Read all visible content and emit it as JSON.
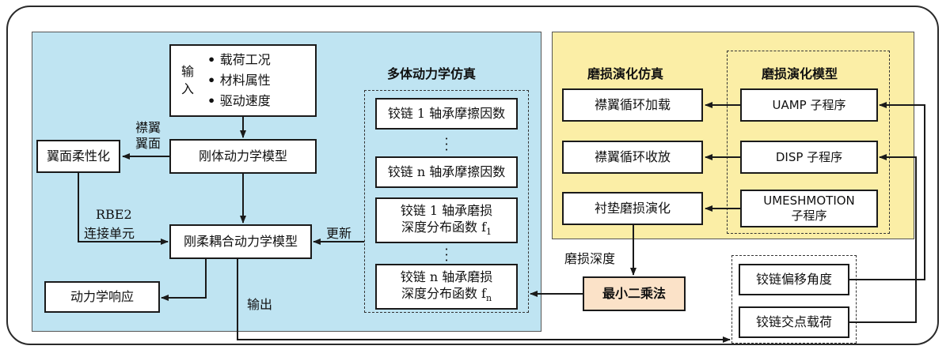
{
  "left_panel": {
    "color": "#bfe4f2",
    "input_box": {
      "label": "输入",
      "items": [
        "载荷工况",
        "材料属性",
        "驱动速度"
      ]
    },
    "rigid_model": "刚体动力学模型",
    "flex_wing": "翼面柔性化",
    "flap_wing_label_line1": "襟翼",
    "flap_wing_label_line2": "翼面",
    "rbe2_line1": "RBE2",
    "rbe2_line2": "连接单元",
    "coupled_model": "刚柔耦合动力学模型",
    "dyn_response": "动力学响应",
    "update_label": "更新",
    "output_label": "输出",
    "mbd_title": "多体动力学仿真",
    "friction1": "铰链 1 轴承摩擦因数",
    "friction_n": "铰链 n 轴承摩擦因数",
    "wear1_line1": "铰链 1 轴承磨损",
    "wear1_line2": "深度分布函数 f",
    "wear1_sub": "1",
    "wearn_line1": "铰链 n 轴承磨损",
    "wearn_line2": "深度分布函数 f",
    "wearn_sub": "n",
    "dots": "⋮"
  },
  "right_panel": {
    "color": "#fbeea6",
    "sim_title": "磨损演化仿真",
    "model_title": "磨损演化模型",
    "flap_load": "襟翼循环加载",
    "flap_retract": "襟翼循环收放",
    "liner_wear": "衬垫磨损演化",
    "uamp": "UAMP 子程序",
    "disp": "DISP 子程序",
    "umesh_line1": "UMESHMOTION",
    "umesh_line2": "子程序"
  },
  "bottom": {
    "wear_depth_label": "磨损深度",
    "least_squares": "最小二乘法",
    "least_squares_color": "#fbe2c8",
    "hinge_angle": "铰链偏移角度",
    "hinge_load": "铰链交点载荷"
  }
}
